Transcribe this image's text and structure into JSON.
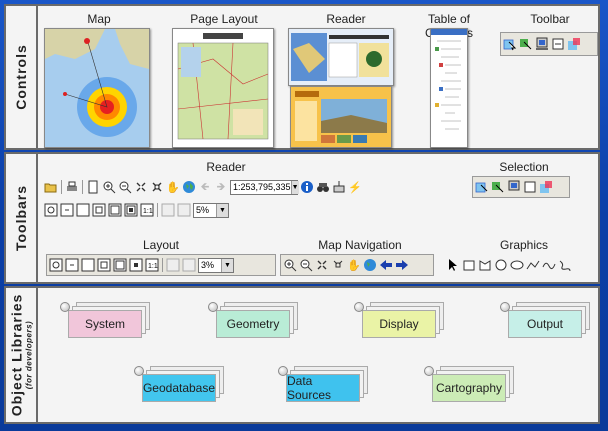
{
  "sections": {
    "controls": "Controls",
    "toolbars": "Toolbars",
    "object_libraries": "Object Libraries",
    "object_libraries_sub": "(for developers)"
  },
  "controls": {
    "map": "Map",
    "page_layout": "Page Layout",
    "reader": "Reader",
    "toc": "Table of Contents",
    "toolbar": "Toolbar"
  },
  "toolbars": {
    "reader": "Reader",
    "selection": "Selection",
    "layout": "Layout",
    "map_navigation": "Map Navigation",
    "graphics": "Graphics",
    "scale_value": "1:253,795,335",
    "zoom_value_reader": "5%",
    "zoom_value_layout": "3%"
  },
  "libraries": [
    {
      "name": "System",
      "color": "#f1c6da"
    },
    {
      "name": "Geometry",
      "color": "#b9ecd6"
    },
    {
      "name": "Display",
      "color": "#eaf3a6"
    },
    {
      "name": "Output",
      "color": "#c6efe8"
    },
    {
      "name": "Geodatabase",
      "color": "#42c6ee"
    },
    {
      "name": "Data Sources",
      "color": "#3fc2ee"
    },
    {
      "name": "Cartography",
      "color": "#ccecb6"
    }
  ],
  "colors": {
    "background": "#0b3fa8",
    "panel": "#f4f4f4"
  }
}
